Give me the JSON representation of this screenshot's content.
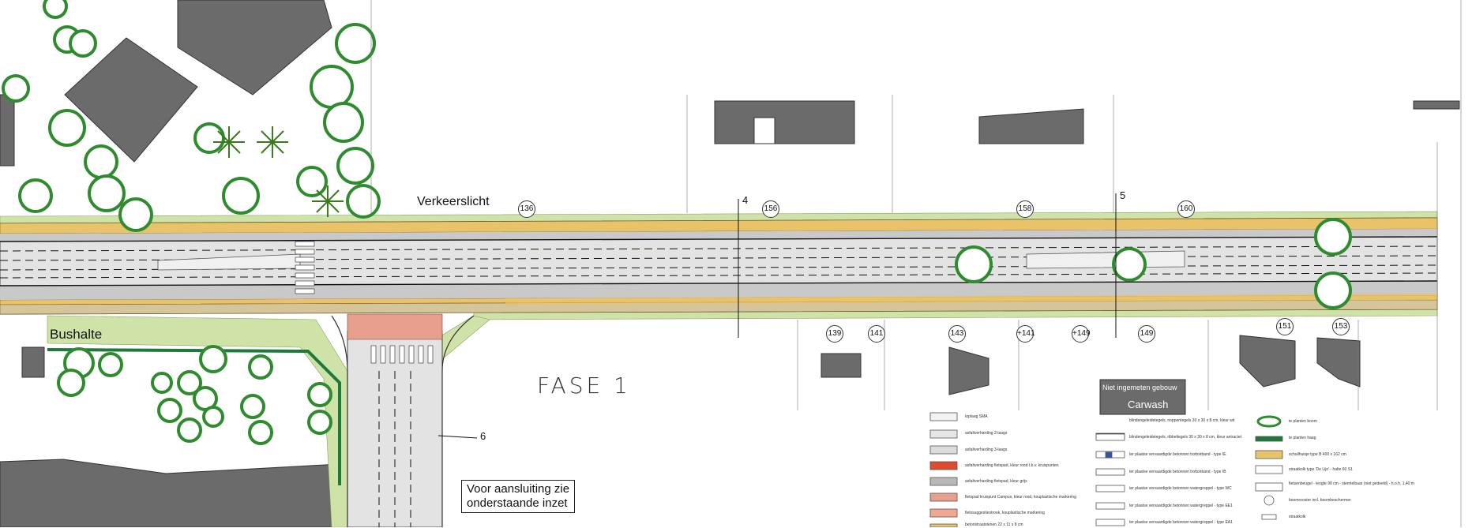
{
  "labels": {
    "verkeerslicht": "Verkeerslicht",
    "bushalte": "Bushalte",
    "fase": "FASE 1",
    "carwash": "Carwash",
    "niet_ingemeten": "Niet ingemeten gebouw",
    "inzet_line1": "Voor aansluiting zie",
    "inzet_line2": "onderstaande inzet",
    "section_4": "4",
    "section_5": "5",
    "section_6": "6"
  },
  "house_numbers_top": [
    "136",
    "156",
    "158",
    "160"
  ],
  "house_numbers_bottom": [
    "139",
    "141",
    "143",
    "+141",
    "+149",
    "149",
    "151",
    "153"
  ],
  "legend": [
    "toplaag SMA",
    "asfaltverharding 2-laags",
    "asfaltverharding 3-laags",
    "asfaltverharding fietspad, kleur rood t.b.v. kruispunten",
    "asfaltverharding fietspad, kleur grijs",
    "fietspad kruispunt Campus, kleur rood, kouplastische markering",
    "fietssuggestiestrook, kouplastische markering",
    "betonstraatstenen 22 x 11 x 8 cm",
    "blindengeleidetegels, noppentegels 30 x 30 x 8 cm, kleur wit",
    "blindengeleidetegels, ribbeltegels 30 x 30 x 8 cm, kleur antraciet",
    "ter plaatse vervaardigde betonnen trottoirband - type IE",
    "ter plaatse vervaardigde betonnen trottoirband - type IB",
    "ter plaatse vervaardigde betonnen watergreppel - type WC",
    "ter plaatse vervaardigde betonnen watergreppel - type EE1",
    "ter plaatse vervaardigde betonnen watergreppel - type EA1",
    "te planten boom",
    "te planten haag",
    "schuilhuisje type B 400 x 162 cm",
    "straatkolk type 'De Lijn' - halte 60 S1",
    "fietsenbeugel - lengte 90 cm - stemtelbaar (niet gedeeld) - h.o.h. 1,40 m",
    "boomrooster incl. boombeschermer",
    "straatkolk"
  ],
  "colors": {
    "road": "#d9d9d9",
    "building": "#6b6b6b",
    "verge": "#cfe3a8",
    "bike_yellow": "#e8c36a",
    "bike_red": "#e8a08e",
    "tree": "#2e8b2e",
    "hedge": "#1f7a3a"
  }
}
